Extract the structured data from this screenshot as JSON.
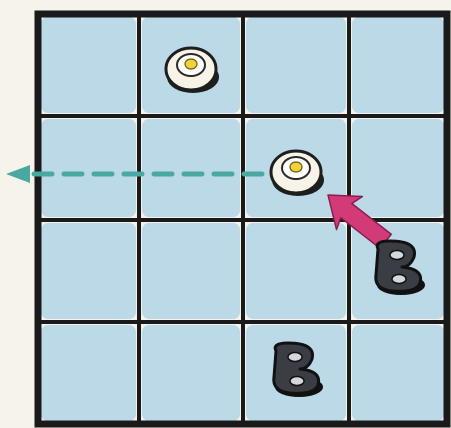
{
  "board": {
    "rows": 4,
    "cols": 4,
    "colors": {
      "cell": "#bcd9e8",
      "grid_line": "#1a1a1a",
      "paper": "#f6f3ea",
      "white_piece": "#f7f3e6",
      "white_piece_center": "#f2d23a",
      "dark_piece": "#3a3d44",
      "arrow_move": "#49a8a0",
      "arrow_indicator": "#d33a78"
    }
  },
  "pieces": [
    {
      "kind": "white",
      "icon": "white-disc-icon",
      "row": 0,
      "col": 1,
      "label": ""
    },
    {
      "kind": "white",
      "icon": "white-disc-icon",
      "row": 1,
      "col": 2,
      "label": ""
    },
    {
      "kind": "dark-stack",
      "icon": "dark-stack-icon",
      "row": 2,
      "col": 3,
      "label": "B"
    },
    {
      "kind": "dark-stack",
      "icon": "dark-stack-icon",
      "row": 3,
      "col": 2,
      "label": "B"
    }
  ],
  "move_arrow": {
    "style": "dashed",
    "direction": "left",
    "from": {
      "row": 1,
      "col": 2
    },
    "icon": "dashed-arrow-left-icon"
  },
  "indicator_arrow": {
    "direction": "up-left",
    "target": {
      "row": 1,
      "col": 2
    },
    "icon": "pink-arrow-icon"
  }
}
